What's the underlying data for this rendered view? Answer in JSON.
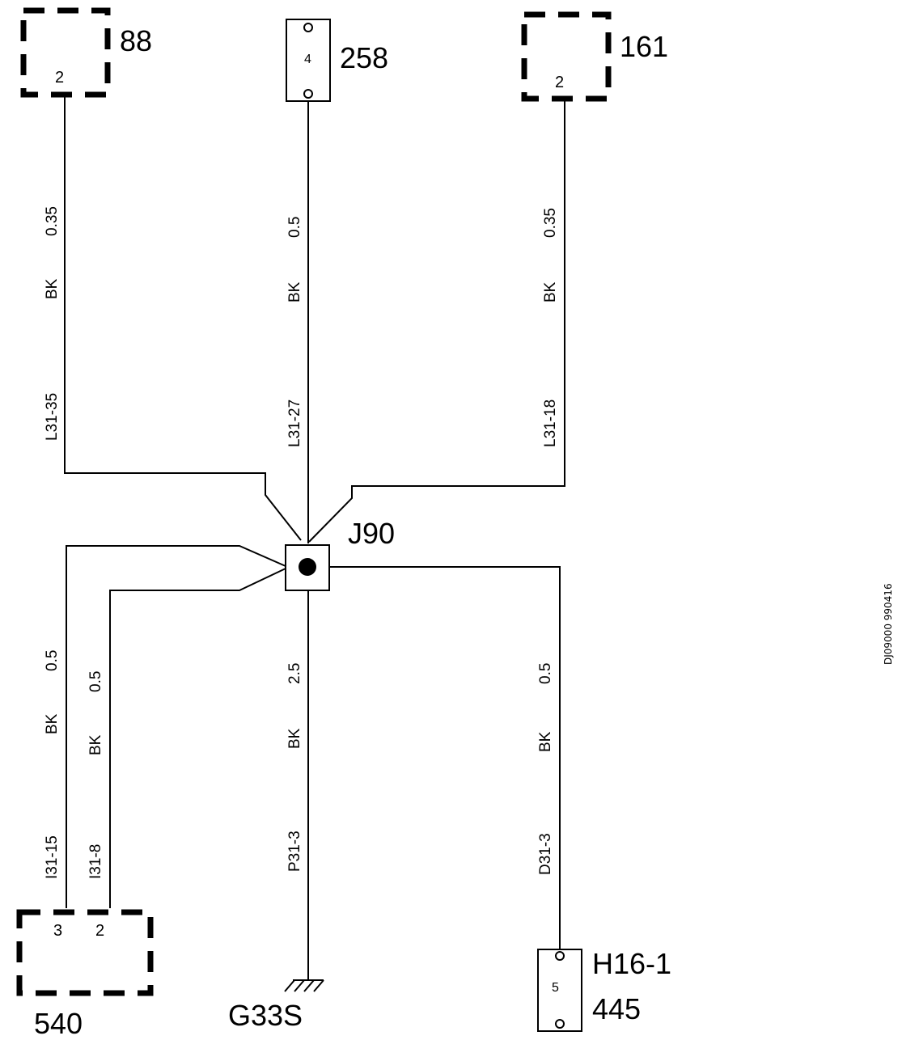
{
  "components": {
    "c88": {
      "id": "88",
      "pin": "2"
    },
    "c258": {
      "id": "258",
      "pin": "4"
    },
    "c161": {
      "id": "161",
      "pin": "2"
    },
    "c540": {
      "id": "540",
      "pins": [
        "3",
        "2"
      ]
    },
    "j90": {
      "id": "J90"
    },
    "ground": {
      "id": "G33S"
    },
    "h16": {
      "id": "H16-1",
      "sub": "445",
      "pin": "5"
    }
  },
  "wires": {
    "w88": {
      "size": "0.35",
      "color": "BK",
      "circuit": "L31-35"
    },
    "w258": {
      "size": "0.5",
      "color": "BK",
      "circuit": "L31-27"
    },
    "w161": {
      "size": "0.35",
      "color": "BK",
      "circuit": "L31-18"
    },
    "w540a": {
      "size": "0.5",
      "color": "BK",
      "circuit": "I31-15"
    },
    "w540b": {
      "size": "0.5",
      "color": "BK",
      "circuit": "I31-8"
    },
    "wgnd": {
      "size": "2.5",
      "color": "BK",
      "circuit": "P31-3"
    },
    "wh16": {
      "size": "0.5",
      "color": "BK",
      "circuit": "D31-3"
    }
  },
  "drawing_code": "DJ09000 990416"
}
